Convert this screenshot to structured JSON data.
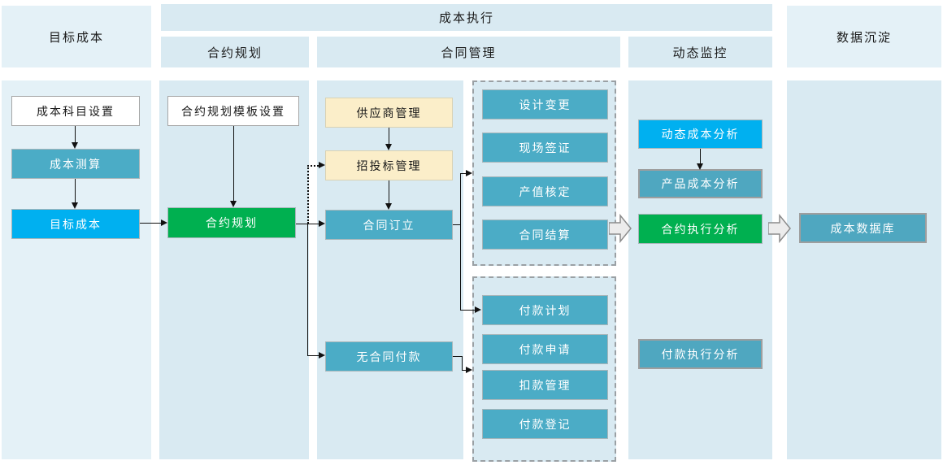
{
  "headers": {
    "target_cost": "目标成本",
    "cost_execution": "成本执行",
    "contract_planning": "合约规划",
    "contract_management": "合同管理",
    "dynamic_monitoring": "动态监控",
    "data_deposit": "数据沉淀"
  },
  "nodes": {
    "cost_subject_setup": {
      "label": "成本科目设置",
      "style": "white"
    },
    "cost_estimation": {
      "label": "成本测算",
      "style": "teal"
    },
    "target_cost": {
      "label": "目标成本",
      "style": "blue"
    },
    "contract_plan_template": {
      "label": "合约规划模板设置",
      "style": "white"
    },
    "contract_planning": {
      "label": "合约规划",
      "style": "green"
    },
    "supplier_mgmt": {
      "label": "供应商管理",
      "style": "cream"
    },
    "bidding_mgmt": {
      "label": "招投标管理",
      "style": "cream"
    },
    "contract_signing": {
      "label": "合同订立",
      "style": "teal"
    },
    "no_contract_payment": {
      "label": "无合同付款",
      "style": "teal"
    },
    "design_change": {
      "label": "设计变更",
      "style": "teal"
    },
    "site_visa": {
      "label": "现场签证",
      "style": "teal"
    },
    "output_verification": {
      "label": "产值核定",
      "style": "teal"
    },
    "contract_settlement": {
      "label": "合同结算",
      "style": "teal"
    },
    "payment_plan": {
      "label": "付款计划",
      "style": "teal"
    },
    "payment_request": {
      "label": "付款申请",
      "style": "teal"
    },
    "deduction_mgmt": {
      "label": "扣款管理",
      "style": "teal"
    },
    "payment_register": {
      "label": "付款登记",
      "style": "teal"
    },
    "dynamic_cost_analysis": {
      "label": "动态成本分析",
      "style": "blue"
    },
    "product_cost_analysis": {
      "label": "产品成本分析",
      "style": "teal"
    },
    "contract_execution_analysis": {
      "label": "合约执行分析",
      "style": "green"
    },
    "payment_execution_analysis": {
      "label": "付款执行分析",
      "style": "teal"
    },
    "cost_database": {
      "label": "成本数据库",
      "style": "teal"
    }
  },
  "connections": [
    {
      "from": "cost_subject_setup",
      "to": "cost_estimation",
      "line": "solid"
    },
    {
      "from": "cost_estimation",
      "to": "target_cost",
      "line": "solid"
    },
    {
      "from": "target_cost",
      "to": "contract_planning",
      "line": "solid"
    },
    {
      "from": "contract_plan_template",
      "to": "contract_planning",
      "line": "solid"
    },
    {
      "from": "contract_planning",
      "to": "contract_signing",
      "line": "solid"
    },
    {
      "from": "contract_planning",
      "to": "bidding_mgmt",
      "line": "dotted"
    },
    {
      "from": "contract_planning",
      "to": "no_contract_payment",
      "line": "solid"
    },
    {
      "from": "supplier_mgmt",
      "to": "bidding_mgmt",
      "line": "solid"
    },
    {
      "from": "bidding_mgmt",
      "to": "contract_signing",
      "line": "solid"
    },
    {
      "from": "contract_signing",
      "to": "contract_change_group",
      "line": "solid"
    },
    {
      "from": "contract_signing",
      "to": "payment_plan",
      "line": "solid"
    },
    {
      "from": "no_contract_payment",
      "to": "payment_group",
      "line": "solid"
    },
    {
      "from": "dynamic_cost_analysis",
      "to": "product_cost_analysis",
      "line": "solid"
    },
    {
      "from": "contract_change_group",
      "to": "contract_execution_analysis",
      "line": "hollow-arrow"
    },
    {
      "from": "contract_execution_analysis",
      "to": "cost_database",
      "line": "hollow-arrow"
    }
  ],
  "palette": {
    "panel_bg": "#d9eaf2",
    "panel_bg_light": "#e4f1f7",
    "teal": "#4BACC6",
    "bright_blue": "#00B0F0",
    "green": "#00B050",
    "cream": "#FBEEC9",
    "line": "#111111",
    "dash_border": "#9AA0A4",
    "hollow_arrow_fill": "#ECECEC",
    "hollow_arrow_stroke": "#8C8C8C"
  }
}
